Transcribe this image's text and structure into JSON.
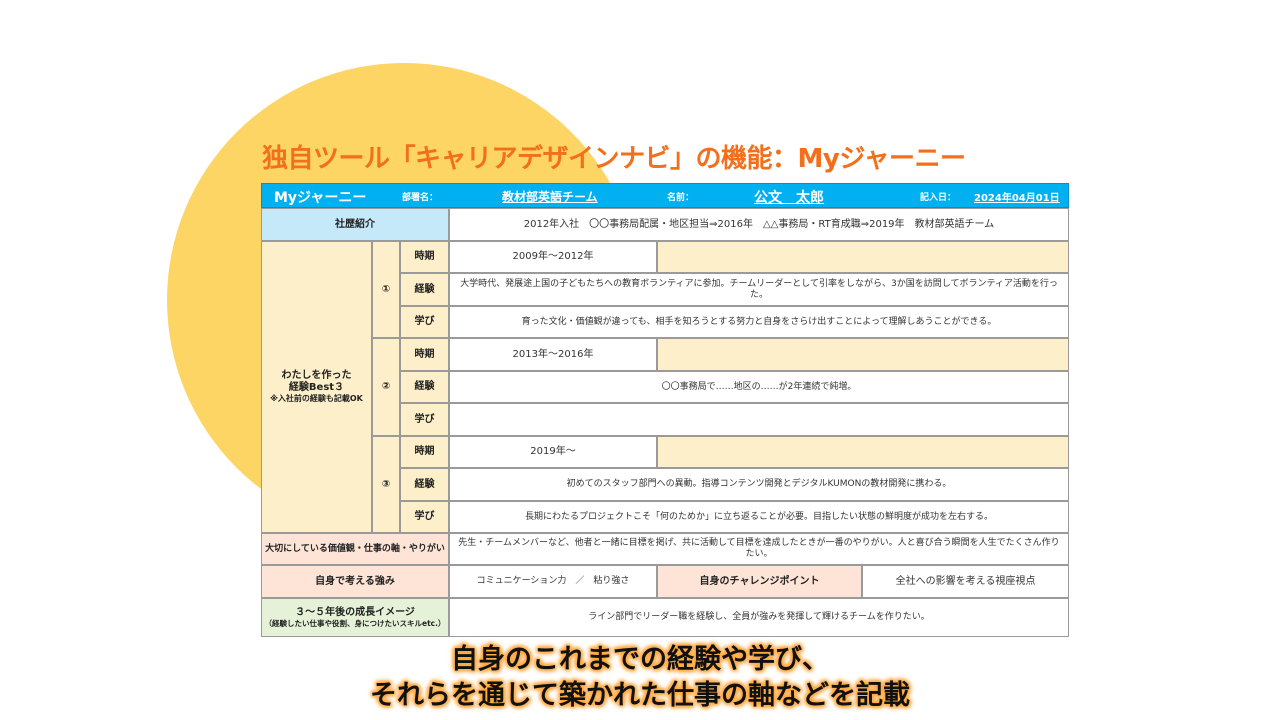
{
  "title": "独自ツール「キャリアデザインナビ」の機能：Myジャーニー",
  "header": {
    "app": "Myジャーニー",
    "dept_label": "部署名：",
    "dept": "教材部英語チーム",
    "name_label": "名前：",
    "name": "公文　太郎",
    "date_label": "記入日：",
    "date": "2024年04月01日"
  },
  "career": {
    "label": "社歴紹介",
    "value": "2012年入社　〇〇事務局配属・地区担当⇒2016年　△△事務局・RT育成職⇒2019年　教材部英語チーム"
  },
  "best3": {
    "label": "わたしを作った",
    "label2": "経験Best３",
    "note": "※入社前の経験も記載OK",
    "sub_labels": {
      "period": "時期",
      "experience": "経験",
      "learning": "学び"
    },
    "items": [
      {
        "num": "①",
        "period": "2009年～2012年",
        "experience": "大学時代、発展途上国の子どもたちへの教育ボランティアに参加。チームリーダーとして引率をしながら、3か国を訪問してボランティア活動を行った。",
        "learning": "育った文化・価値観が違っても、相手を知ろうとする努力と自身をさらけ出すことによって理解しあうことができる。"
      },
      {
        "num": "②",
        "period": "2013年～2016年",
        "experience": "〇〇事務局で……地区の……が2年連続で純増。",
        "learning": ""
      },
      {
        "num": "③",
        "period": "2019年～",
        "experience": "初めてのスタッフ部門への異動。指導コンテンツ開発とデジタルKUMONの教材開発に携わる。",
        "learning": "長期にわたるプロジェクトこそ「何のためか」に立ち返ることが必要。目指したい状態の鮮明度が成功を左右する。"
      }
    ]
  },
  "values": {
    "label": "大切にしている価値観・仕事の軸・やりがい",
    "value": "先生・チームメンバーなど、他者と一緒に目標を掲げ、共に活動して目標を達成したときが一番のやりがい。人と喜び合う瞬間を人生でたくさん作りたい。"
  },
  "strength": {
    "label": "自身で考える強み",
    "value": "コミュニケーション力　／　粘り強さ",
    "challenge_label": "自身のチャレンジポイント",
    "challenge": "全社への影響を考える視座視点"
  },
  "growth": {
    "label": "３～５年後の成長イメージ",
    "note": "（経験したい仕事や役割、身につけたいスキルetc.）",
    "value": "ライン部門でリーダー職を経験し、全員が強みを発揮して輝けるチームを作りたい。"
  },
  "overlay": {
    "line1": "自身のこれまでの経験や学び、",
    "line2": "それらを通じて築かれた仕事の軸などを記載"
  },
  "colors": {
    "title": "#f26f1c",
    "header": "#00b0f0",
    "circle": "#fdd565"
  }
}
